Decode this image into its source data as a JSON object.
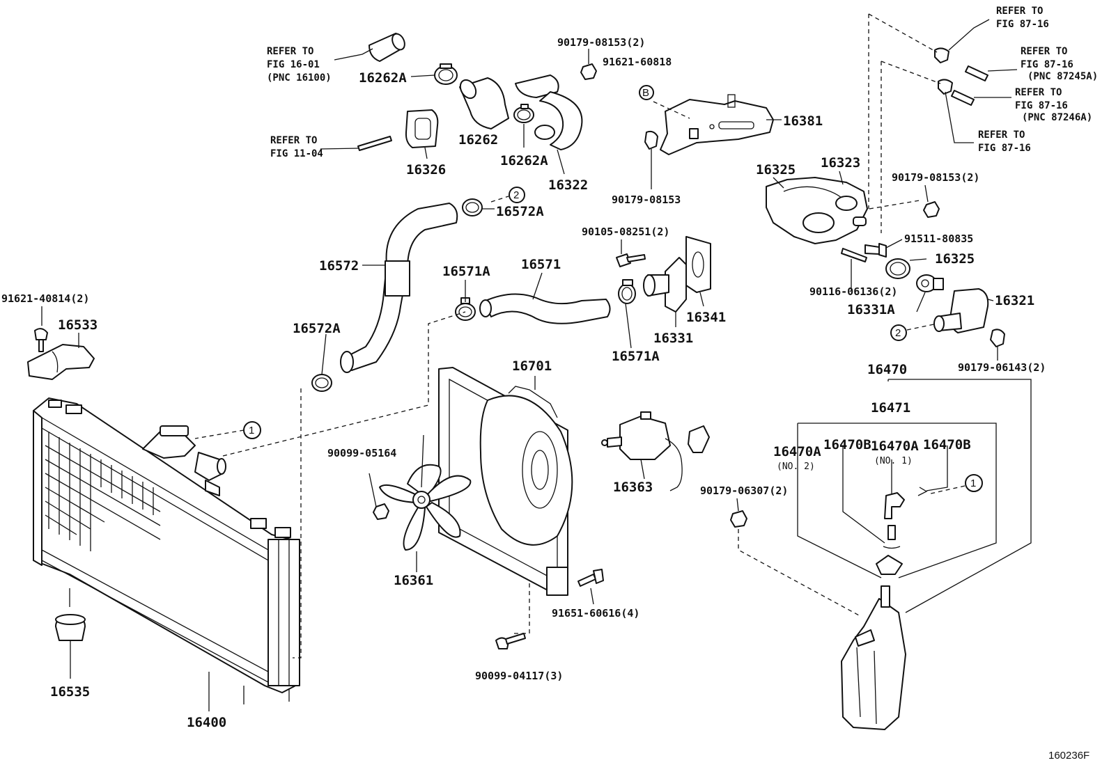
{
  "refs": {
    "r1": [
      "REFER TO",
      "FIG 16-01",
      "(PNC 16100)"
    ],
    "r2": [
      "REFER TO",
      "FIG 11-04"
    ],
    "r3": [
      "REFER TO",
      "FIG 87-16"
    ],
    "r4": [
      "REFER TO",
      "FIG 87-16",
      "(PNC 87245A)"
    ],
    "r5": [
      "REFER TO",
      "FIG 87-16",
      "(PNC 87246A)"
    ],
    "r6": [
      "REFER TO",
      "FIG 87-16"
    ]
  },
  "parts": {
    "p16262A_top": "16262A",
    "p16262": "16262",
    "p16262A_mid": "16262A",
    "p16326": "16326",
    "p16322": "16322",
    "p90179_08153_2a": "90179-08153(2)",
    "p91621_60818": "91621-60818",
    "p16381": "16381",
    "p90179_08153": "90179-08153",
    "p16325_top": "16325",
    "p16323": "16323",
    "p90179_08153_2b": "90179-08153(2)",
    "p91511_80835": "91511-80835",
    "p16325_ring": "16325",
    "p90116_06136_2": "90116-06136(2)",
    "p16331A": "16331A",
    "p16321": "16321",
    "p90179_06143_2": "90179-06143(2)",
    "p16572A_top": "16572A",
    "p16572": "16572",
    "p16571A_left": "16571A",
    "p16571": "16571",
    "p90105_08251_2": "90105-08251(2)",
    "p16331": "16331",
    "p16341": "16341",
    "p16571A_bot": "16571A",
    "p91621_40814_2": "91621-40814(2)",
    "p16533": "16533",
    "p16572A_left": "16572A",
    "p16701": "16701",
    "p90099_05164": "90099-05164",
    "p16361": "16361",
    "p16363": "16363",
    "p91651_60616_4": "91651-60616(4)",
    "p90099_04117_3": "90099-04117(3)",
    "p16535": "16535",
    "p16400": "16400",
    "p16470": "16470",
    "p16471": "16471",
    "p16470A_no2": "16470A",
    "p16470A_no2_note": "(NO. 2)",
    "p16470B_left": "16470B",
    "p16470A_no1": "16470A",
    "p16470A_no1_note": "(NO. 1)",
    "p16470B_right": "16470B",
    "p90179_06307_2": "90179-06307(2)"
  },
  "callouts": {
    "one": "1",
    "two": "2",
    "b": "B"
  },
  "figure_code": "160236F"
}
